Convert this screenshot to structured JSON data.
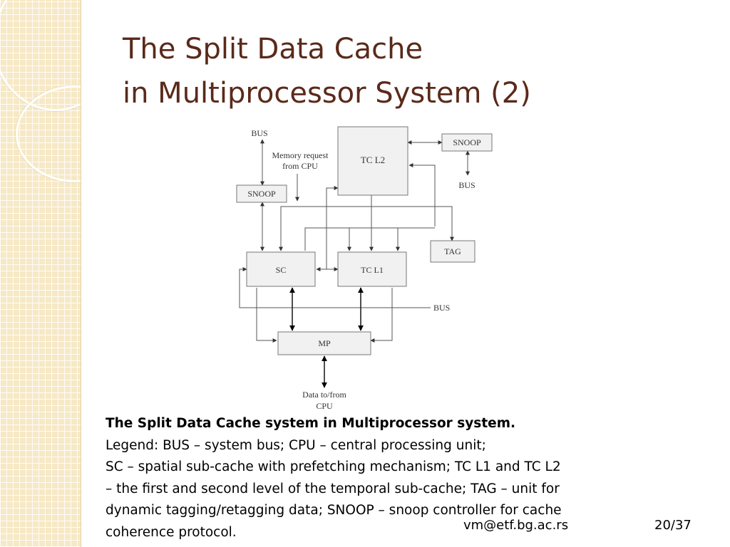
{
  "slide": {
    "title_line1": "The Split Data Cache",
    "title_line2": "in Multiprocessor System (2)",
    "caption_bold": "The Split Data Cache system in Multiprocessor system.",
    "caption_lines": [
      "Legend: BUS – system bus; CPU – central processing unit;",
      "SC – spatial sub-cache with prefetching mechanism; TC L1  and TC L2",
      "– the first and second level of the temporal sub-cache; TAG – unit for",
      "dynamic tagging/retagging data; SNOOP – snoop controller for cache",
      "coherence protocol."
    ],
    "email": "vm@etf.bg.ac.rs",
    "page_number": "20/37"
  },
  "diagram": {
    "boxes": {
      "tc_l2": "TC L2",
      "snoop_right": "SNOOP",
      "snoop_left": "SNOOP",
      "tag": "TAG",
      "sc": "SC",
      "tc_l1": "TC L1",
      "mp": "MP"
    },
    "labels": {
      "bus_top_left": "BUS",
      "mem_request_line1": "Memory request",
      "mem_request_line2": "from CPU",
      "bus_right": "BUS",
      "bus_middle": "BUS",
      "data_line1": "Data to/from",
      "data_line2": "CPU"
    }
  }
}
